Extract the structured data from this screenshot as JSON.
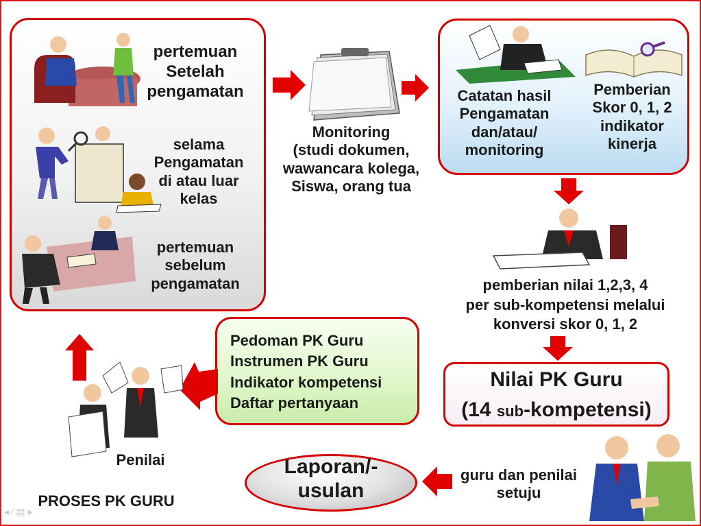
{
  "title": "PROSES PK GURU",
  "left_box": {
    "item1": [
      "pertemuan",
      "Setelah",
      "pengamatan"
    ],
    "item2": [
      "selama",
      "Pengamatan",
      "di atau luar",
      "kelas"
    ],
    "item3": [
      "pertemuan",
      "sebelum",
      "pengamatan"
    ]
  },
  "monitoring": [
    "Monitoring",
    "(studi dokumen,",
    "wawancara  kolega,",
    "Siswa, orang tua"
  ],
  "top_right": {
    "catatan": [
      "Catatan hasil",
      "Pengamatan",
      "dan/atau/",
      "monitoring"
    ],
    "pemberian_skor": [
      "Pemberian",
      "Skor 0, 1, 2",
      "indikator",
      "kinerja"
    ]
  },
  "pemberian_nilai": [
    "pemberian nilai 1,2,3, 4",
    "per sub-kompetensi melalui",
    "konversi skor 0, 1, 2"
  ],
  "nilai_box": {
    "line1": "Nilai PK Guru",
    "line2_prefix": "(14 ",
    "line2_small": "sub",
    "line2_suffix": "-kompetensi)"
  },
  "guide_box": [
    "Pedoman PK Guru",
    "Instrumen PK Guru",
    "Indikator kompetensi",
    "Daftar pertanyaan"
  ],
  "penilai": "Penilai",
  "laporan": [
    "Laporan/-",
    "usulan"
  ],
  "setuju": [
    "guru dan penilai",
    "setuju"
  ],
  "colors": {
    "arrow_red": "#e00000",
    "border_red": "#d40000",
    "blue_gradient": "#bcdcf2",
    "green_gradient": "#c8ecaa"
  },
  "icons": [
    "meeting-clipart",
    "observer-magnifier-clipart",
    "desk-meeting-clipart",
    "clipboard-icon",
    "reader-clipart",
    "open-book-icon",
    "writer-clipart",
    "celebrating-people-clipart",
    "handshake-clipart"
  ]
}
